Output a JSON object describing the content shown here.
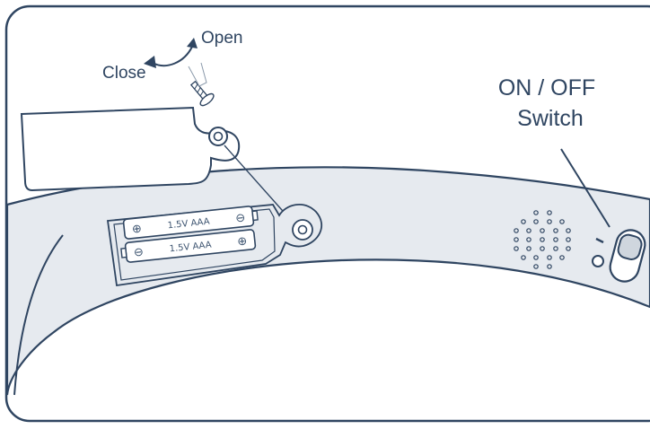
{
  "labels": {
    "open": "Open",
    "close": "Close",
    "switch_line1": "ON / OFF",
    "switch_line2": "Switch"
  },
  "batteries": [
    {
      "label": "1.5V AAA",
      "plus": "⊕",
      "minus": "⊖"
    },
    {
      "label": "1.5V AAA",
      "plus": "⊕",
      "minus": "⊖"
    }
  ],
  "colors": {
    "stroke": "#2f4561",
    "band_fill": "#e5e9ee",
    "background": "#ffffff"
  }
}
